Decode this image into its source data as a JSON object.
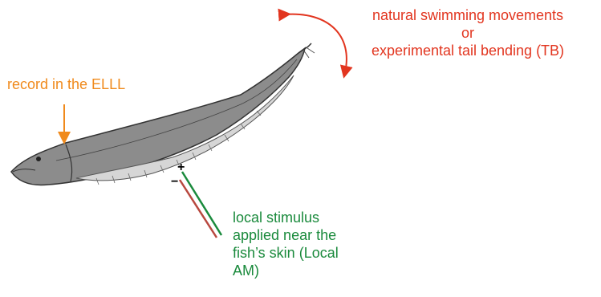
{
  "motion_label": {
    "line1": "natural swimming movements",
    "line2": "or",
    "line3": "experimental tail bending (TB)"
  },
  "record_label": "record in the ELLL",
  "stimulus_label": {
    "line1": "local stimulus",
    "line2": "applied near the",
    "line3": "fish’s skin (Local",
    "line4": "AM)"
  },
  "electrode": {
    "plus": "+",
    "minus": "−"
  },
  "colors": {
    "motion": "#e2351f",
    "record": "#f08a1c",
    "stimulus": "#1a8a3c",
    "electrode_red": "#b8483f"
  }
}
